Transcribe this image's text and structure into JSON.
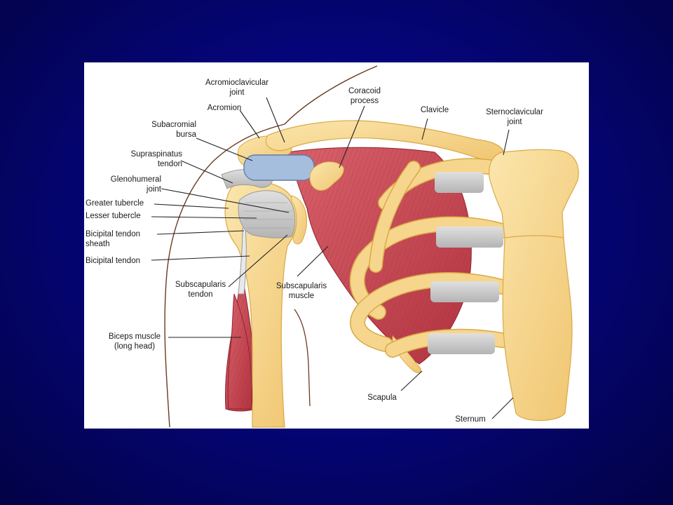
{
  "labels": {
    "acromioclavicular_joint": "Acromioclavicular\njoint",
    "acromion": "Acromion",
    "subacromial_bursa": "Subacromial\nbursa",
    "supraspinatus_tendon": "Supraspinatus\ntendon",
    "glenohumeral_joint": "Glenohumeral\njoint",
    "greater_tubercle": "Greater tubercle",
    "lesser_tubercle": "Lesser tubercle",
    "bicipital_tendon_sheath": "Bicipital tendon\nsheath",
    "bicipital_tendon": "Bicipital tendon",
    "subscapularis_tendon": "Subscapularis\ntendon",
    "subscapularis_muscle": "Subscapularis\nmuscle",
    "biceps_muscle_long_head": "Biceps muscle\n(long head)",
    "coracoid_process": "Coracoid\nprocess",
    "clavicle": "Clavicle",
    "sternoclavicular_joint": "Sternoclavicular\njoint",
    "scapula": "Scapula",
    "sternum": "Sternum"
  },
  "colors": {
    "bone": "#f6d68c",
    "bone_edge": "#d9a948",
    "muscle": "#c8424e",
    "cartilage": "#c8c8c8",
    "bursa": "#9fb8d8",
    "background": "#05057a"
  }
}
